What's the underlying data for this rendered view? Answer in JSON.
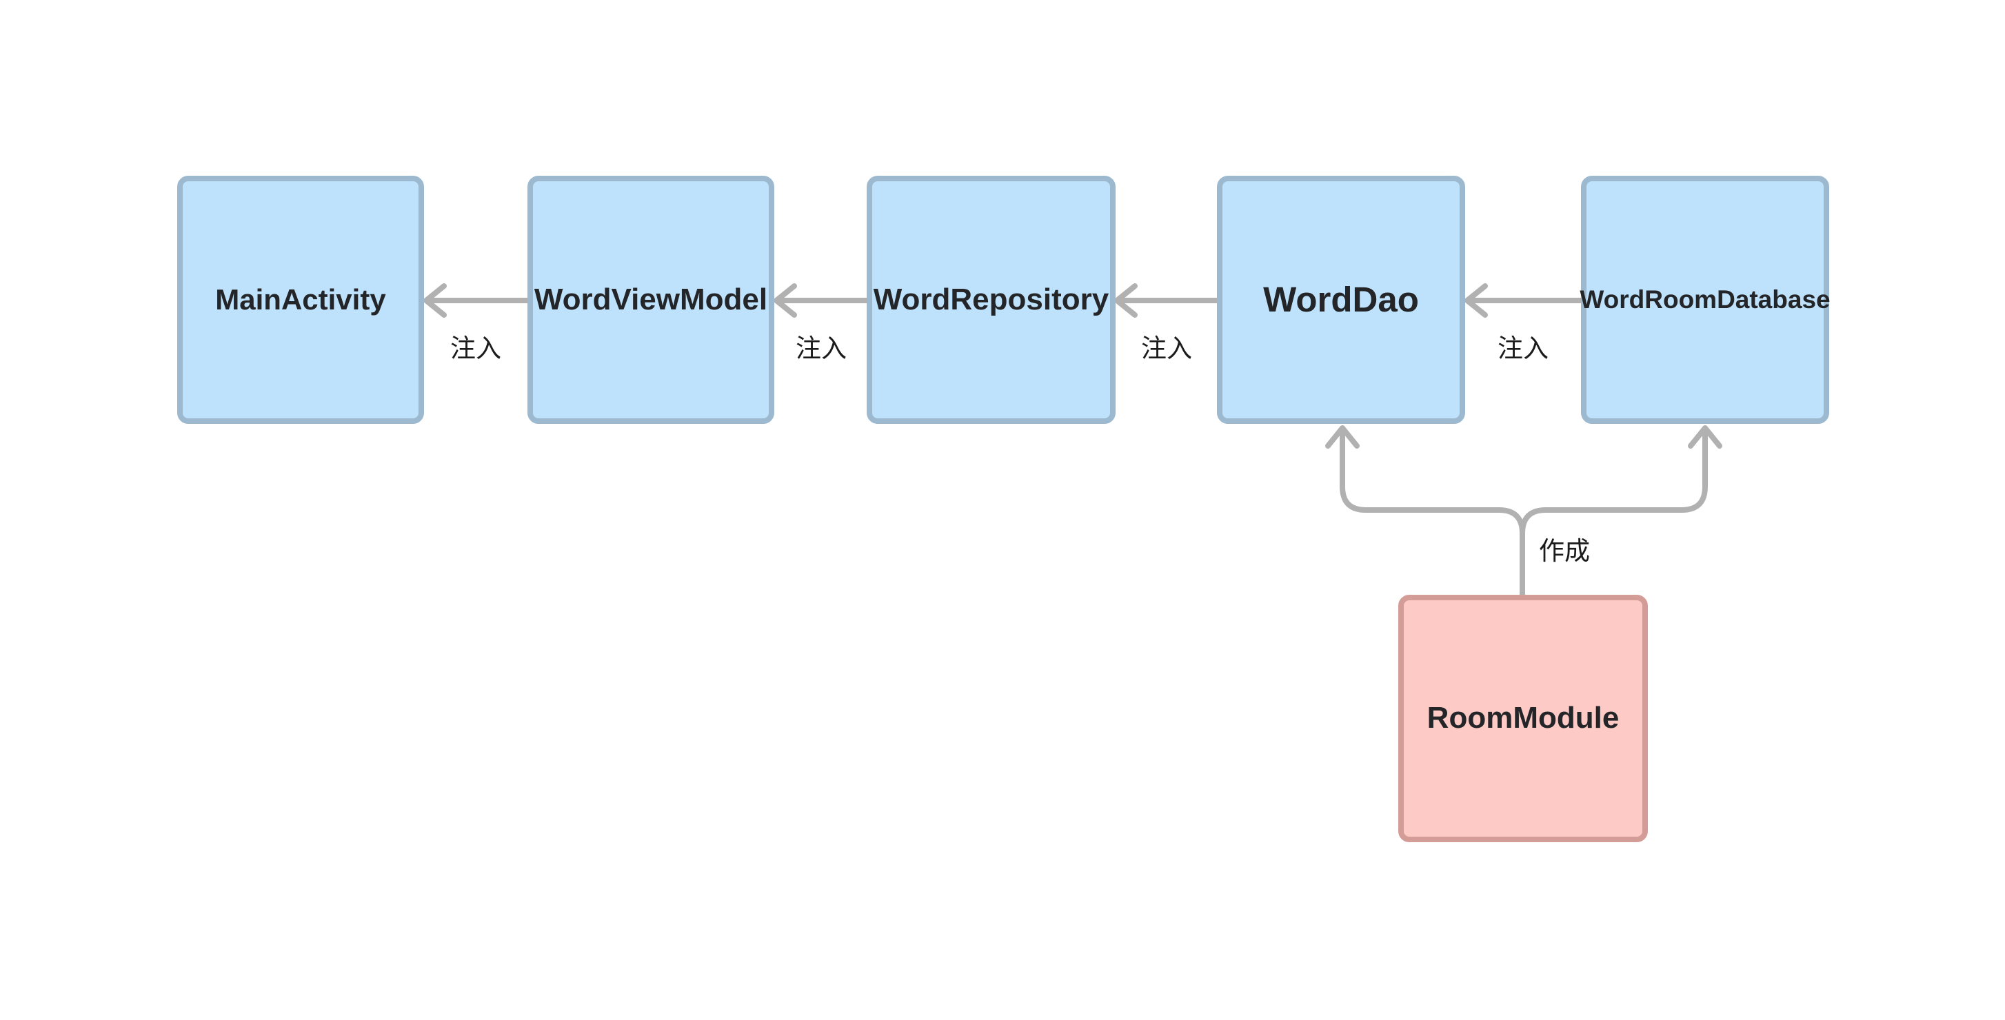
{
  "diagram": {
    "type": "architecture-dependency-diagram",
    "colors": {
      "blue_fill": "#BEE2FB",
      "blue_border": "#9CB9CF",
      "pink_fill": "#FECAC5",
      "pink_border": "#D49C97",
      "arrow": "#B1B1B1",
      "node_text": "#232528",
      "edge_text": "#1B1B1B",
      "background": "#FFFFFF"
    },
    "nodes": [
      {
        "id": "main-activity",
        "label": "MainActivity",
        "color": "blue"
      },
      {
        "id": "word-view-model",
        "label": "WordViewModel",
        "color": "blue"
      },
      {
        "id": "word-repository",
        "label": "WordRepository",
        "color": "blue"
      },
      {
        "id": "word-dao",
        "label": "WordDao",
        "color": "blue"
      },
      {
        "id": "word-room-database",
        "label": "WordRoomDatabase",
        "color": "blue"
      },
      {
        "id": "room-module",
        "label": "RoomModule",
        "color": "pink"
      }
    ],
    "edges": [
      {
        "from": "WordViewModel",
        "to": "MainActivity",
        "label": "注入",
        "direction": "left"
      },
      {
        "from": "WordRepository",
        "to": "WordViewModel",
        "label": "注入",
        "direction": "left"
      },
      {
        "from": "WordDao",
        "to": "WordRepository",
        "label": "注入",
        "direction": "left"
      },
      {
        "from": "WordRoomDatabase",
        "to": "WordDao",
        "label": "注入",
        "direction": "left"
      },
      {
        "from": "RoomModule",
        "to": "WordDao",
        "label": "作成",
        "direction": "up-fork"
      },
      {
        "from": "RoomModule",
        "to": "WordRoomDatabase",
        "label": "作成",
        "direction": "up-fork"
      }
    ]
  }
}
